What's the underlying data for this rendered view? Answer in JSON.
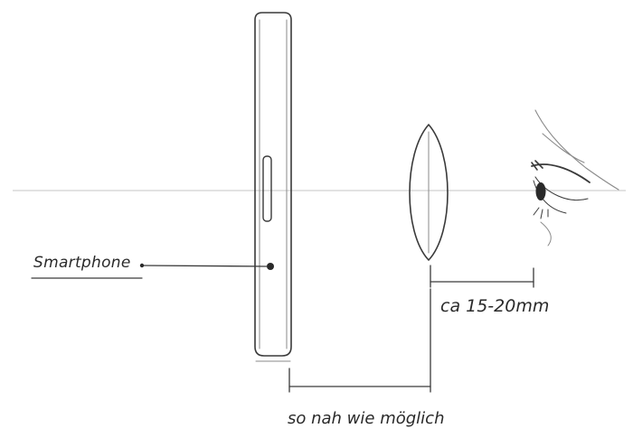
{
  "labels": {
    "smartphone": "Smartphone",
    "eye_to_lens": "ca 15-20mm",
    "screen_to_lens": "so nah wie möglich"
  },
  "icons": [
    "smartphone-side-view",
    "convex-lens",
    "eye-profile"
  ],
  "colors": {
    "pencil": "#3a3a3a",
    "axis": "#c4c4c4",
    "background": "#ffffff"
  }
}
